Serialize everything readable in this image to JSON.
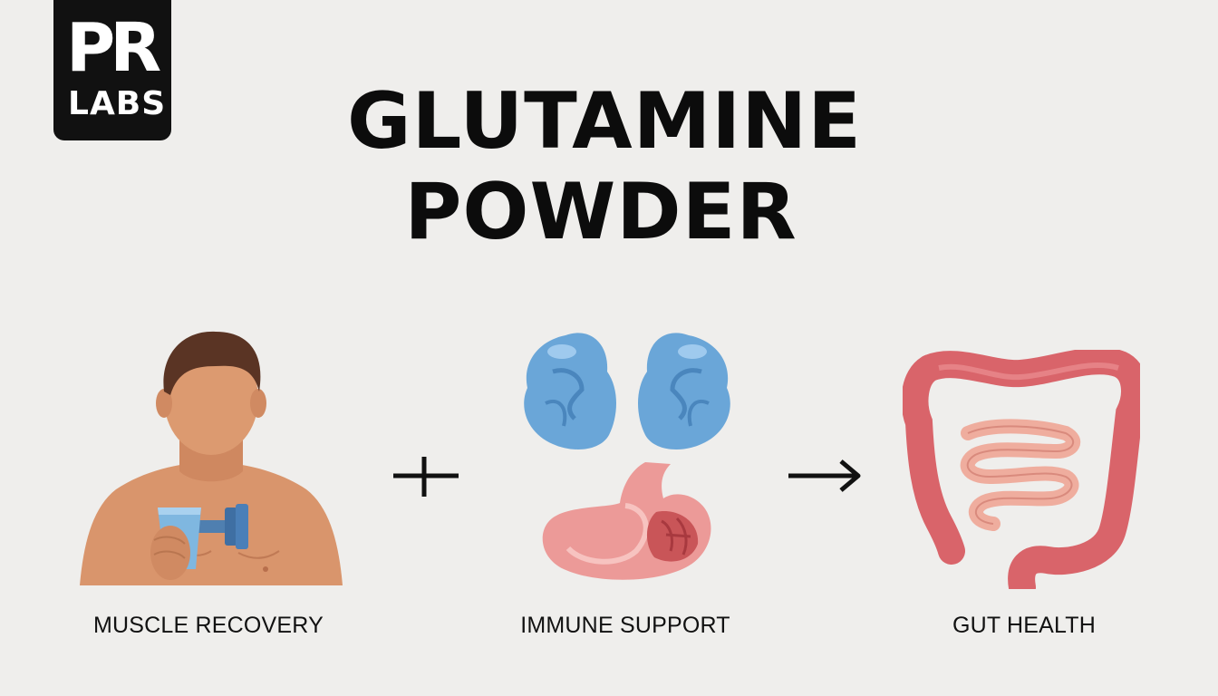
{
  "logo": {
    "line1": "PR",
    "line2": "LABS"
  },
  "title": {
    "line1": "GLUTAMINE",
    "line2": "POWDER"
  },
  "items": [
    {
      "label": "MUSCLE RECOVERY",
      "icon": "man-with-dumbbell-icon"
    },
    {
      "label": "IMMUNE SUPPORT",
      "icon": "lungs-and-stomach-icon"
    },
    {
      "label": "GUT HEALTH",
      "icon": "intestines-icon"
    }
  ],
  "operators": {
    "plus": "+",
    "arrow": "→"
  },
  "colors": {
    "background": "#efeeec",
    "text": "#111111",
    "skin": "#d9956c",
    "hair": "#5a3424",
    "blue": "#6aa6d8",
    "pink": "#e9898a",
    "intestine_red": "#d9646a"
  }
}
